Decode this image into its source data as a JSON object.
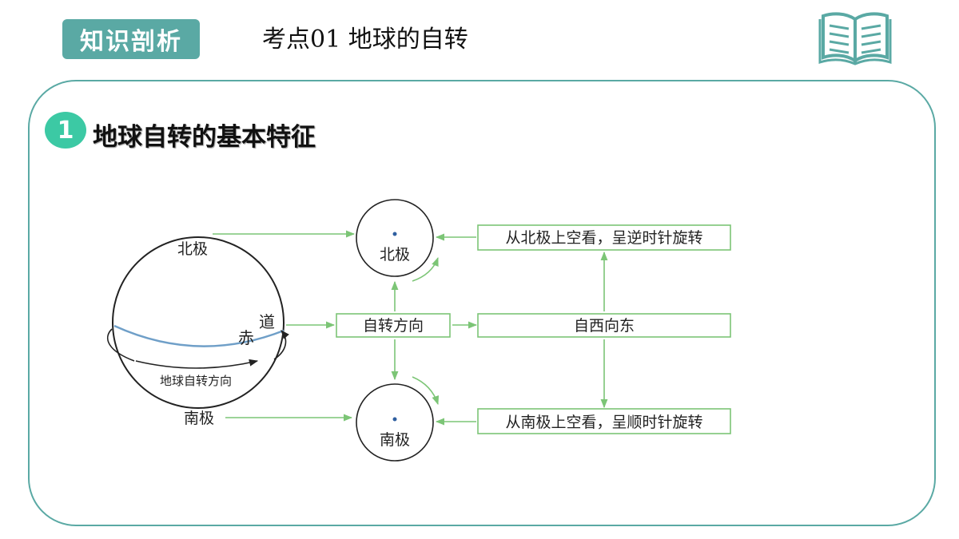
{
  "tag": "知识剖析",
  "title": "考点01 地球的自转",
  "icon": "open-book-icon",
  "section": {
    "number": "1",
    "heading": "地球自转的基本特征"
  },
  "globe": {
    "north_pole": "北极",
    "south_pole": "南极",
    "equator_1": "赤",
    "equator_2": "道",
    "rotation": "地球自转方向"
  },
  "nodes": {
    "north_circle": "北极",
    "south_circle": "南极",
    "direction": "自转方向",
    "west_to_east": "自西向东",
    "north_view": "从北极上空看，呈逆时针旋转",
    "south_view": "从南极上空看，呈顺时针旋转"
  },
  "colors": {
    "accent": "#5aa9a4",
    "badge": "#3cc9a4",
    "arrow": "#7cc576",
    "equator": "#6f9fc8"
  }
}
